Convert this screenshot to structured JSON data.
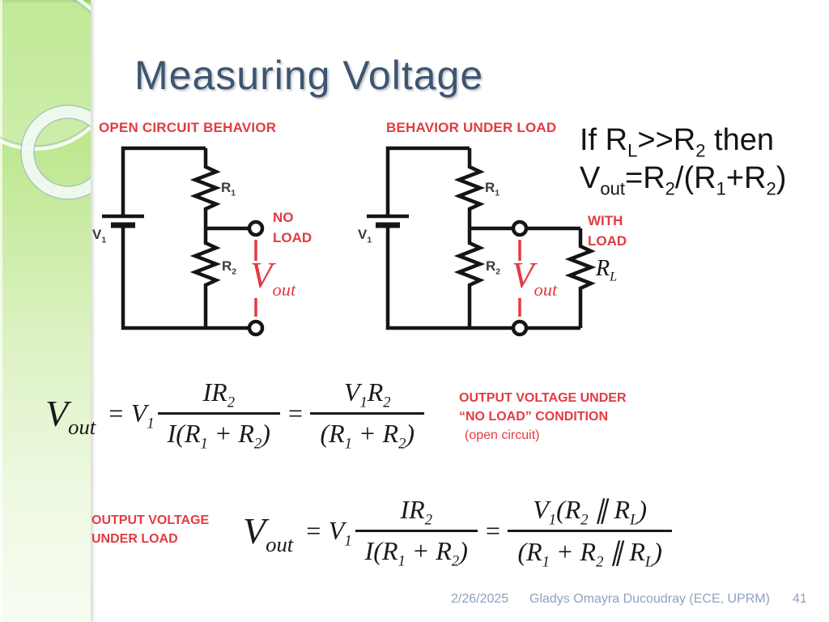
{
  "slide": {
    "title": "Measuring Voltage",
    "footer": {
      "date": "2/26/2025",
      "author": "Gladys Omayra Ducoudray (ECE, UPRM)",
      "page": "41"
    }
  },
  "condition": {
    "line1": "If R_{L}>>R_{2} then",
    "line2": "V_{out}=R_{2}/(R_{1}+R_{2})"
  },
  "circuits": {
    "open": {
      "heading": "OPEN CIRCUIT BEHAVIOR",
      "source": "V_{1}",
      "r1": "R_{1}",
      "r2": "R_{2}",
      "note": "NO\nLOAD",
      "vout": "V_{out}"
    },
    "loaded": {
      "heading": "BEHAVIOR UNDER LOAD",
      "source": "V_{1}",
      "r1": "R_{1}",
      "r2": "R_{2}",
      "rl": "R_{L}",
      "note": "WITH\nLOAD",
      "vout": "V_{out}"
    }
  },
  "formulas": {
    "no_load": {
      "lhs": "V_{out}",
      "equals": "=",
      "coef": "V_{1}",
      "frac1": {
        "num": "IR_{2}",
        "den": "I(R_{1} + R_{2})"
      },
      "frac2": {
        "num": "V_{1}R_{2}",
        "den": "(R_{1} + R_{2})"
      },
      "caption": {
        "line1": "OUTPUT VOLTAGE UNDER",
        "line2": "“NO LOAD” CONDITION",
        "line3": "(open circuit)"
      }
    },
    "loaded": {
      "lhs": "V_{out}",
      "equals": "=",
      "coef": "V_{1}",
      "frac1": {
        "num": "IR_{2}",
        "den": "I(R_{1} + R_{2})"
      },
      "frac2": {
        "num": "V_{1}(R_{2} ∥ R_{L})",
        "den": "(R_{1} + R_{2} ∥ R_{L})"
      },
      "caption": {
        "line1": "OUTPUT VOLTAGE",
        "line2": "UNDER LOAD"
      }
    }
  },
  "colors": {
    "accent_red": "#e23b41",
    "title_blue": "#3e5570",
    "footer_blue": "#8ba3bf",
    "panel_green": "#b5e686",
    "circuit_ink": "#151515"
  }
}
